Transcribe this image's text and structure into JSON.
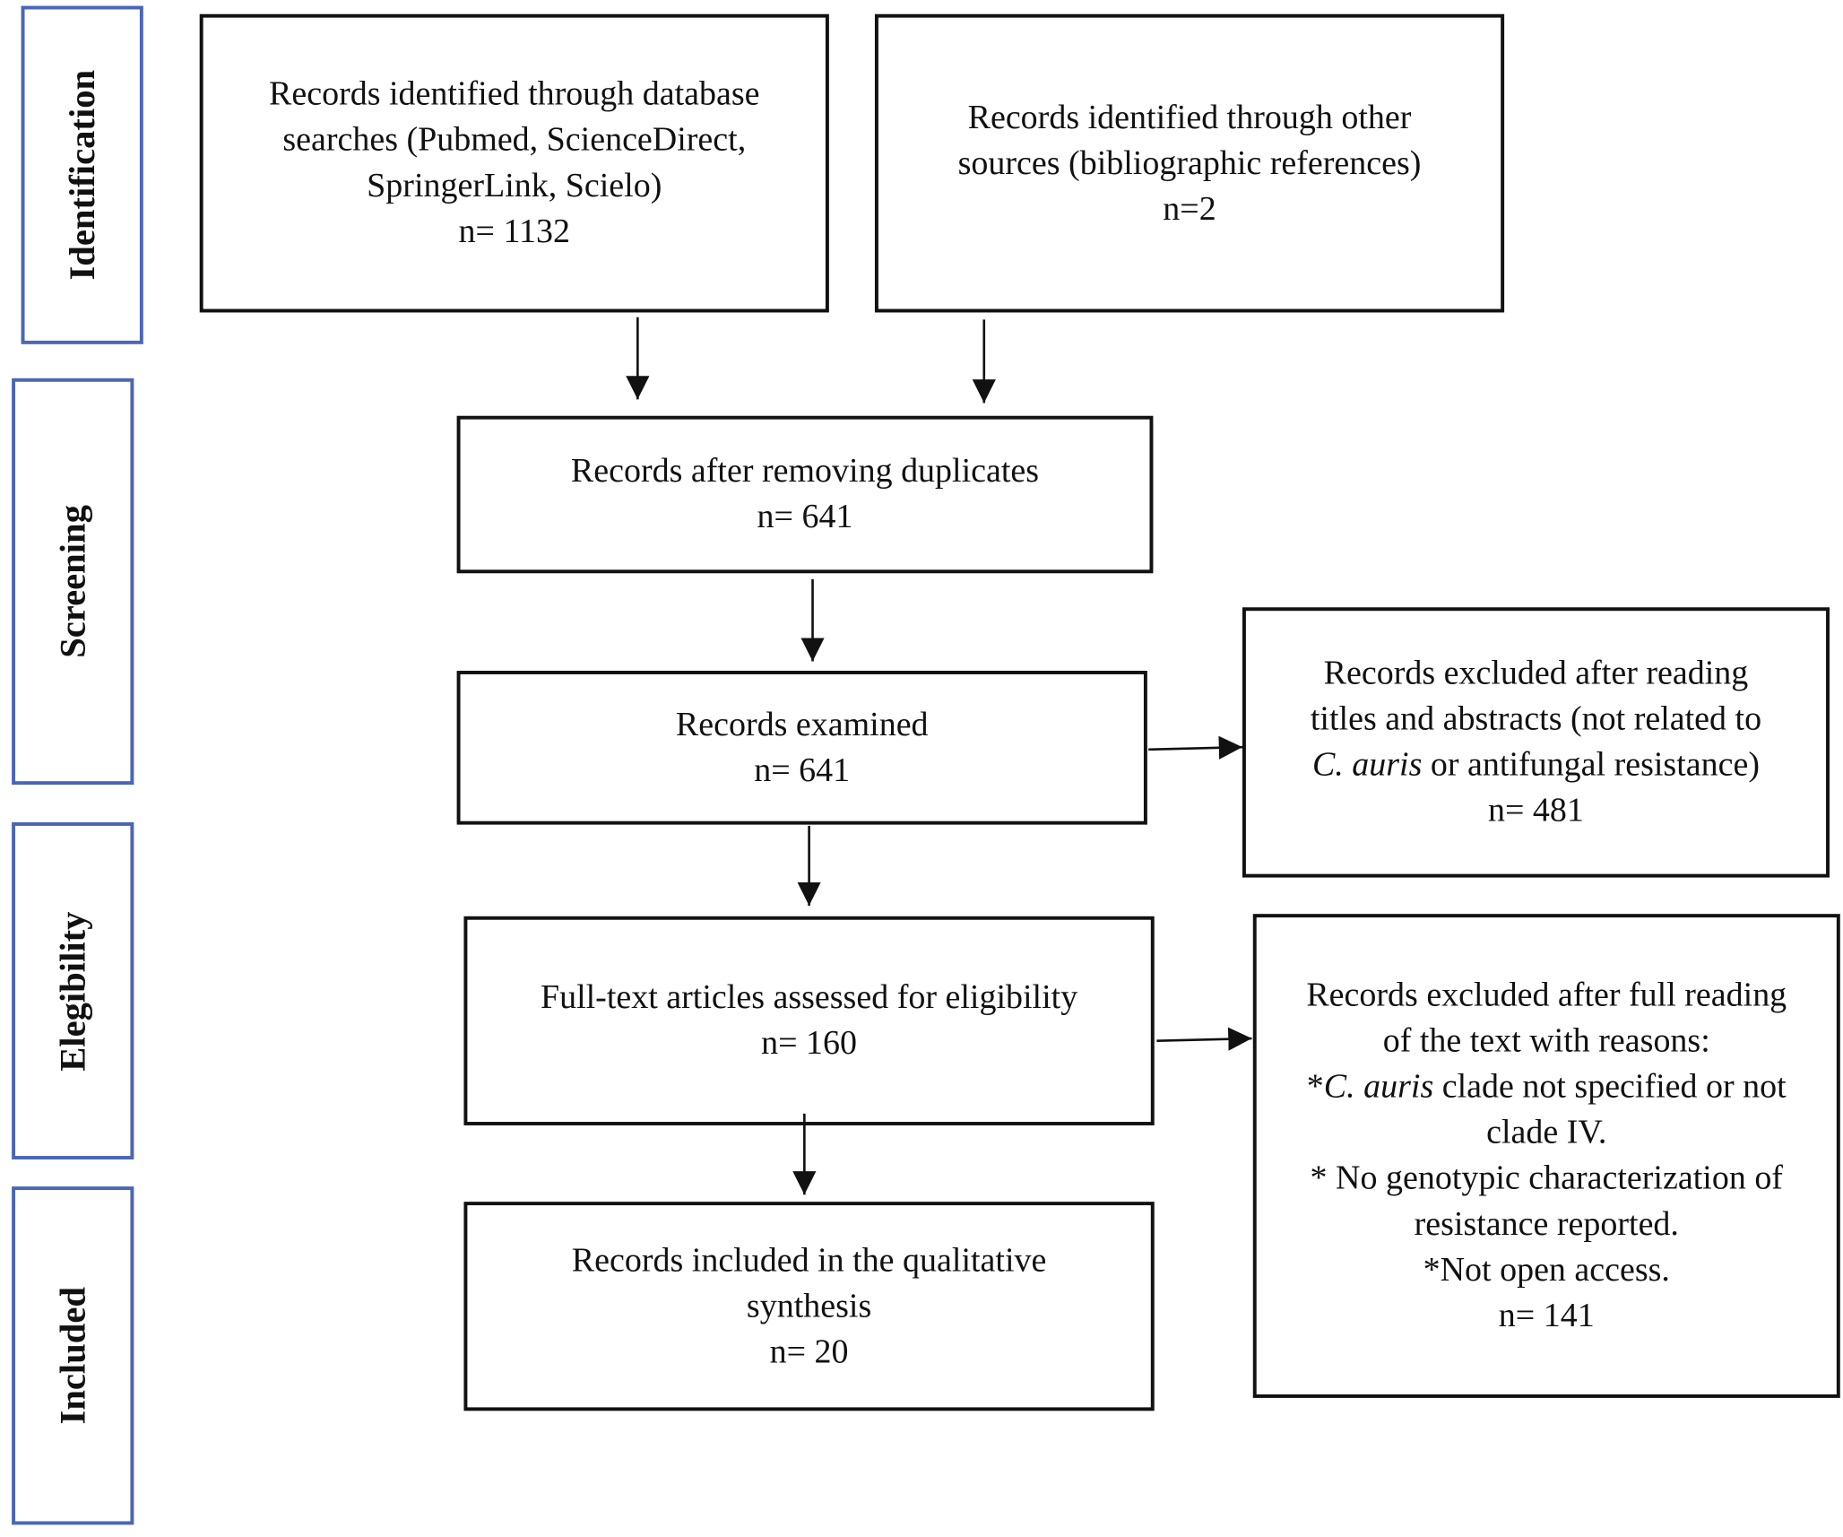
{
  "phases": {
    "identification": "Identification",
    "screening": "Screening",
    "eligibility": "Elegibility",
    "included": "Included"
  },
  "boxes": {
    "database_search": {
      "lines": [
        "Records identified through database",
        "searches (Pubmed, ScienceDirect,",
        "SpringerLink, Scielo)"
      ],
      "n": "n= 1132"
    },
    "other_sources": {
      "lines": [
        "Records identified through other",
        "sources (bibliographic references)"
      ],
      "n": "n=2"
    },
    "after_duplicates": {
      "lines": [
        "Records after removing duplicates"
      ],
      "n": "n= 641"
    },
    "examined": {
      "lines": [
        "Records examined"
      ],
      "n": "n= 641"
    },
    "excluded_titles": {
      "lines": [
        "Records excluded after reading",
        "titles and abstracts (not related to"
      ],
      "species": "C. auris",
      "species_rest": " or antifungal resistance)",
      "n": "n= 481"
    },
    "full_text": {
      "lines": [
        "Full-text articles assessed for eligibility"
      ],
      "n": "n= 160"
    },
    "excluded_full": {
      "lines": [
        "Records excluded after full reading",
        "of the text with reasons:"
      ],
      "reason1_prefix": "*",
      "reason1_species": "C. auris",
      "reason1_rest": " clade not specified or not",
      "reason1_cont": "clade IV.",
      "reason2": [
        "* No genotypic characterization of",
        "resistance reported."
      ],
      "reason3": "*Not open access.",
      "n": "n= 141"
    },
    "included": {
      "lines": [
        "Records included in the qualitative",
        "synthesis"
      ],
      "n": "n= 20"
    }
  }
}
